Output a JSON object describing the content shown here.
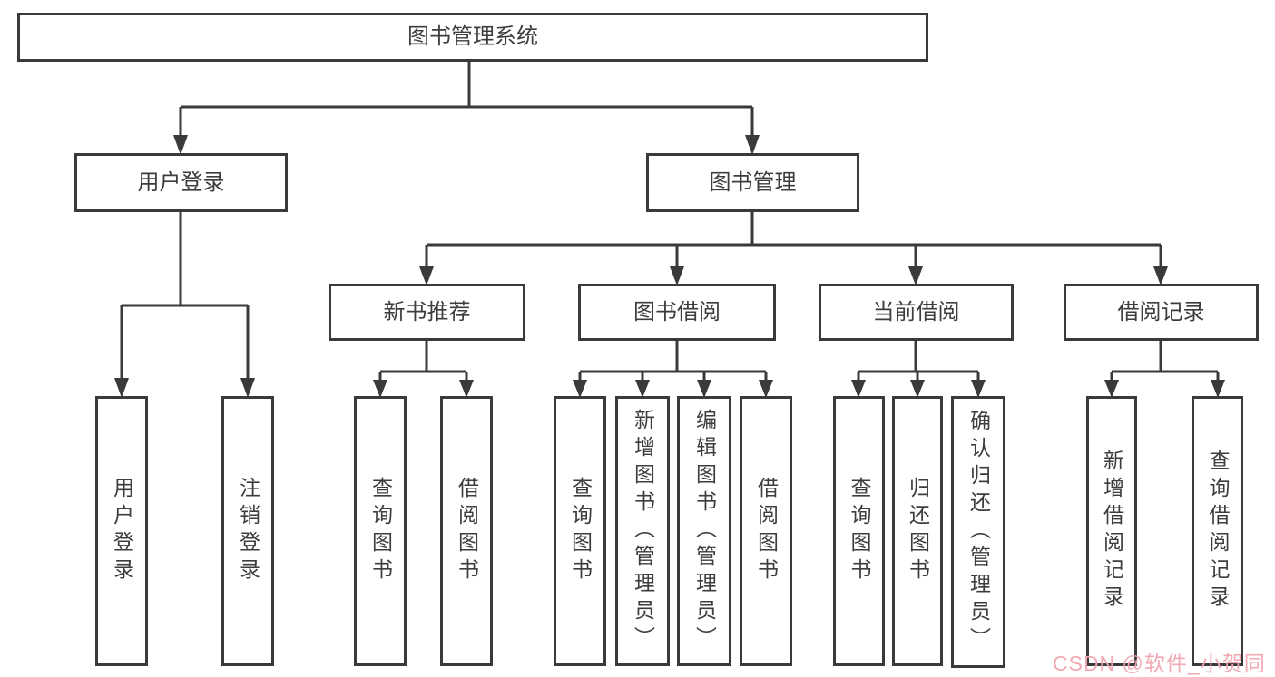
{
  "tree": {
    "label": "图书管理系统",
    "children": [
      {
        "label": "用户登录",
        "children": [
          {
            "label": "用户登录"
          },
          {
            "label": "注销登录"
          }
        ]
      },
      {
        "label": "图书管理",
        "children": [
          {
            "label": "新书推荐",
            "children": [
              {
                "label": "查询图书"
              },
              {
                "label": "借阅图书"
              }
            ]
          },
          {
            "label": "图书借阅",
            "children": [
              {
                "label": "查询图书"
              },
              {
                "label": "新增图书（管理员）"
              },
              {
                "label": "编辑图书（管理员）"
              },
              {
                "label": "借阅图书"
              }
            ]
          },
          {
            "label": "当前借阅",
            "children": [
              {
                "label": "查询图书"
              },
              {
                "label": "归还图书"
              },
              {
                "label": "确认归还（管理员）"
              }
            ]
          },
          {
            "label": "借阅记录",
            "children": [
              {
                "label": "新增借阅记录"
              },
              {
                "label": "查询借阅记录"
              }
            ]
          }
        ]
      }
    ]
  },
  "watermark": {
    "text": "CSDN @软件_小贺同学"
  },
  "colors": {
    "line": "#3a3a3a",
    "box_border": "#3a3a3a",
    "text": "#3d3d3d",
    "watermark": "#f0a5af",
    "background": "#ffffff"
  }
}
